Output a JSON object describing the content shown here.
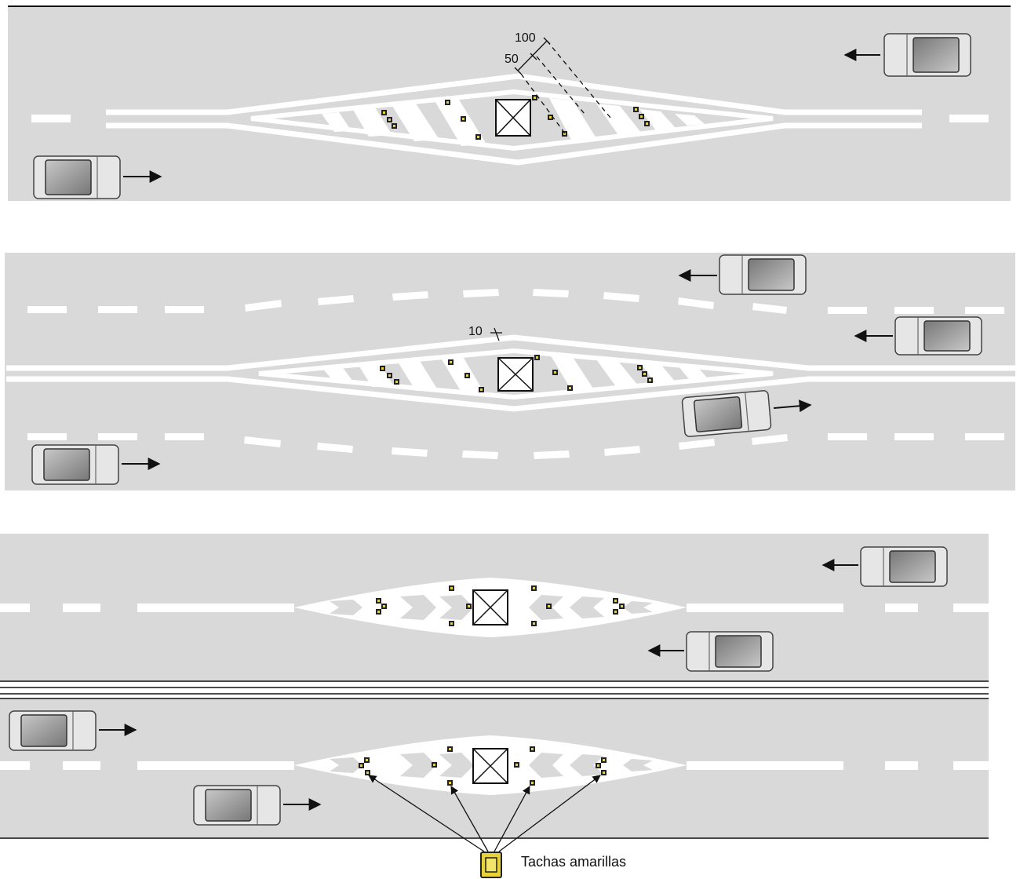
{
  "colors": {
    "road": "#d9d9d9",
    "marking": "#ffffff",
    "stud": "#e8d23a",
    "stud_border": "#222222",
    "line": "#111111",
    "car_body": "#e6e6e6",
    "car_glass": "#9a9a9a"
  },
  "panels": [
    {
      "label_outer": "100",
      "label_inner": "50"
    },
    {
      "label_spacing": "10"
    },
    {}
  ],
  "legend": {
    "label": "Tachas amarillas",
    "icon": "yellow-road-stud-icon"
  },
  "icons": {
    "car": "car-top-view-icon",
    "arrow": "arrow-icon",
    "beacon": "beacon-box-icon"
  }
}
